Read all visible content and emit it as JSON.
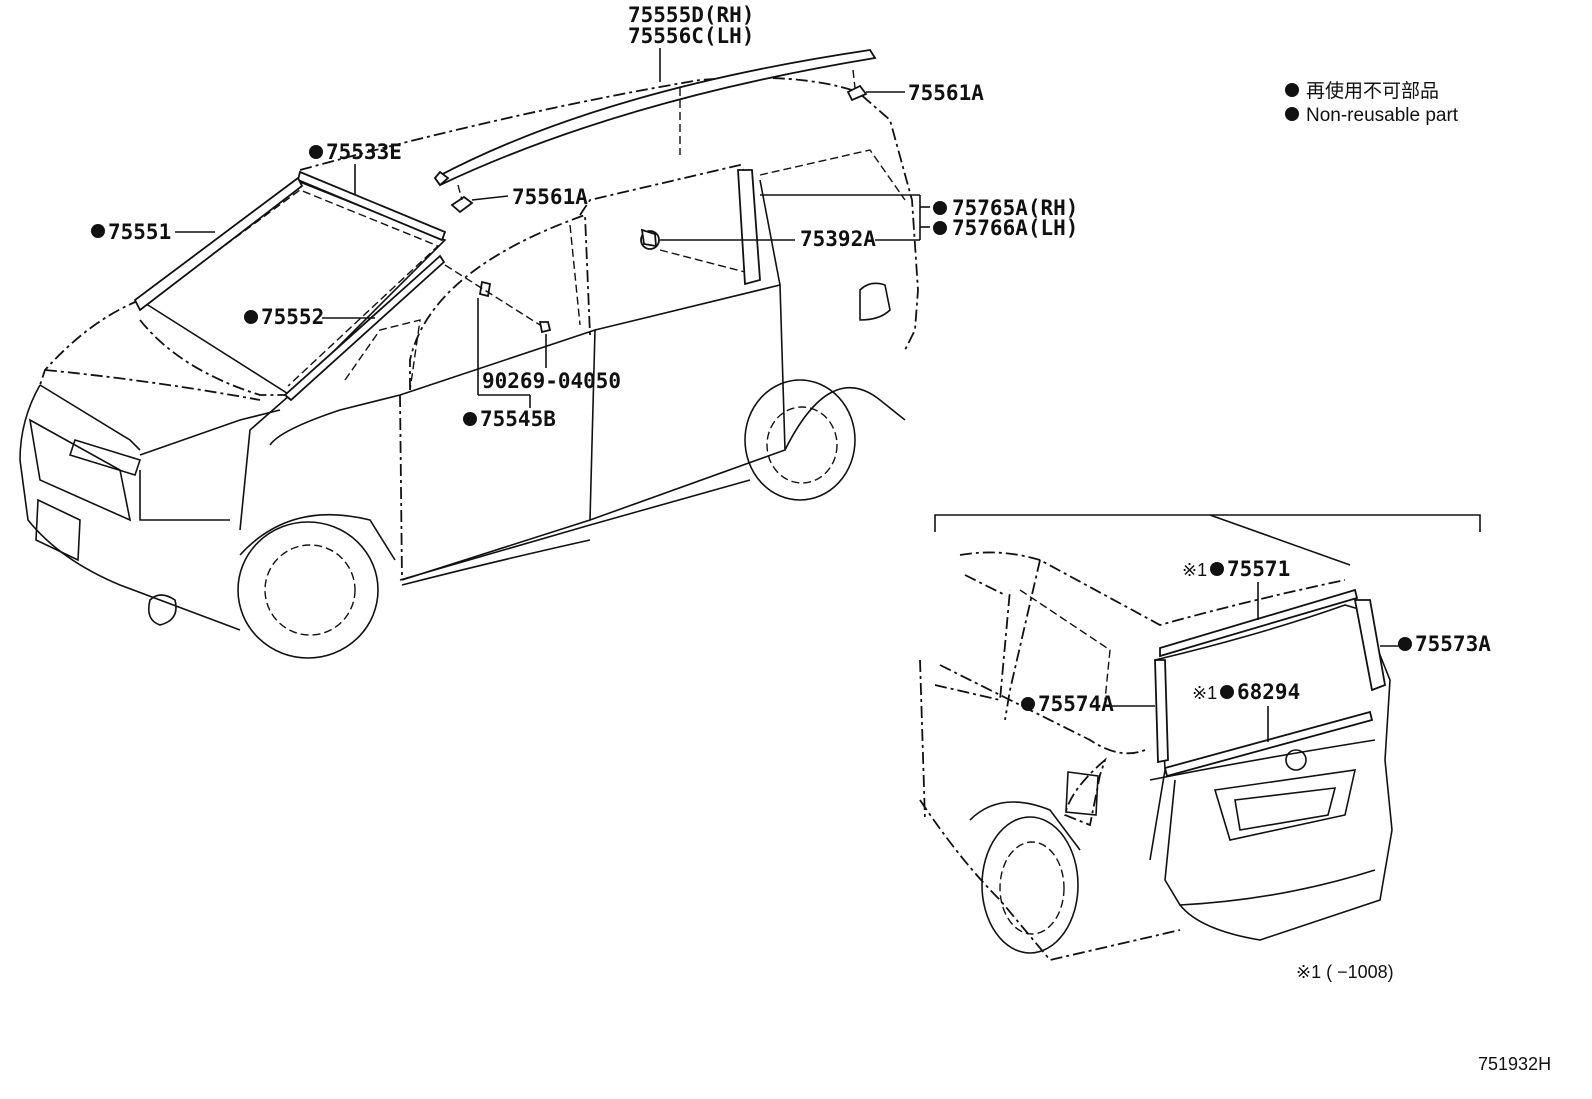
{
  "legend": {
    "jp": "再使用不可部品",
    "en": "Non-reusable part"
  },
  "labels": {
    "roof_rh": "75555D(RH)",
    "roof_lh": "75556C(LH)",
    "clip_rear": "75561A",
    "clip_front": "75561A",
    "windshield_upper": "75533E",
    "windshield_side": "75551",
    "pillar_front": "75552",
    "pillar_rh": "75765A(RH)",
    "pillar_lh": "75766A(LH)",
    "clip_door": "75392A",
    "screw": "90269-04050",
    "belt_molding": "75545B",
    "rear_upper": "75571",
    "rear_upper_prefix": "※1",
    "rear_right": "75573A",
    "rear_left": "75574A",
    "rear_lower": "68294",
    "rear_lower_prefix": "※1",
    "footnote": "※1 (      −1008)",
    "figure_id": "751932H"
  },
  "colors": {
    "ink": "#111111",
    "background": "#ffffff"
  },
  "icons": {
    "non_reusable_marker": "filled-circle"
  }
}
